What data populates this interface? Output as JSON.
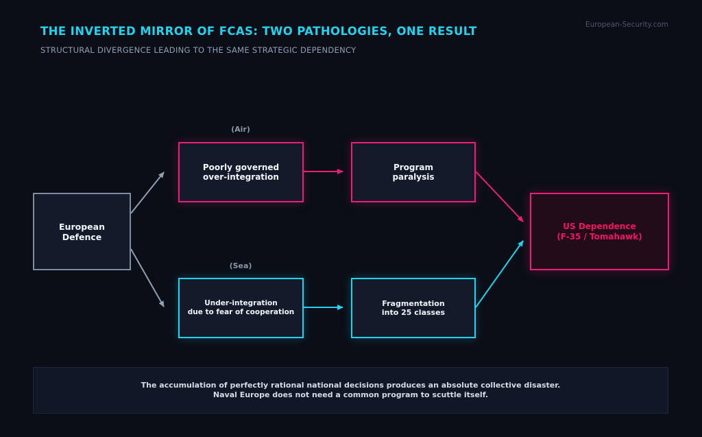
{
  "header": {
    "title": "THE INVERTED MIRROR OF FCAS: TWO PATHOLOGIES, ONE RESULT",
    "subtitle": "STRUCTURAL DIVERGENCE LEADING TO THE SAME STRATEGIC DEPENDENCY",
    "source": "European-Security.com"
  },
  "branches": {
    "air_label": "(Air)",
    "sea_label": "(Sea)"
  },
  "nodes": {
    "origin": "European\nDefence",
    "air_1": "Poorly governed\nover-integration",
    "air_2": "Program\nparalysis",
    "sea_1": "Under-integration\ndue to fear of cooperation",
    "sea_2": "Fragmentation\ninto 25 classes",
    "result": "US Dependence\n(F-35 / Tomahawk)"
  },
  "conclusion": {
    "line1": "The accumulation of perfectly rational national decisions produces an absolute collective disaster.",
    "line2": "Naval Europe does not need a common program to scuttle itself."
  },
  "colors": {
    "accent_cyan": "#22d3ee",
    "accent_pink": "#ec1f78",
    "neutral": "#7d8ea3",
    "background": "#0b0e17"
  }
}
